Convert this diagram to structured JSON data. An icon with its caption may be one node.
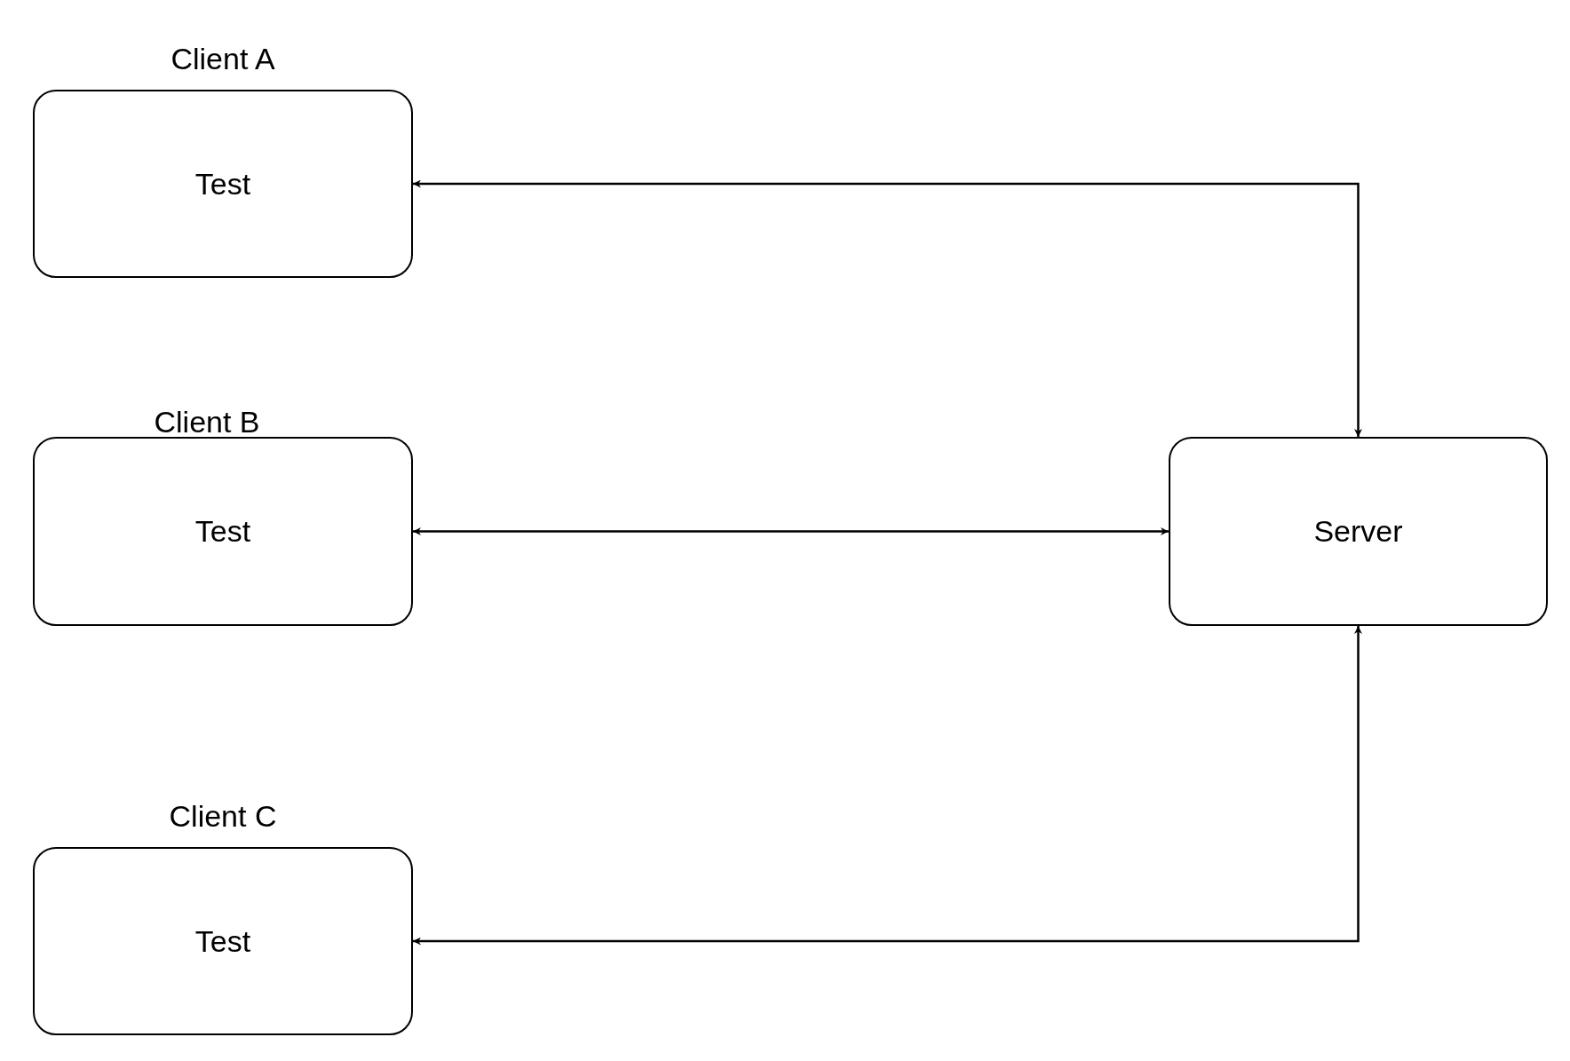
{
  "diagram": {
    "nodes": [
      {
        "text": [
          "Client A",
          "Test"
        ]
      },
      {
        "text": [
          "Client B",
          "Test"
        ]
      },
      {
        "text": [
          "Client C",
          "Test"
        ]
      },
      {
        "text": [
          "Server"
        ]
      }
    ],
    "edges": [
      {
        "from": 0,
        "to": 3,
        "arrow": "both"
      },
      {
        "from": 1,
        "to": 3,
        "arrow": "both"
      },
      {
        "from": 2,
        "to": 3,
        "arrow": "both"
      }
    ]
  }
}
